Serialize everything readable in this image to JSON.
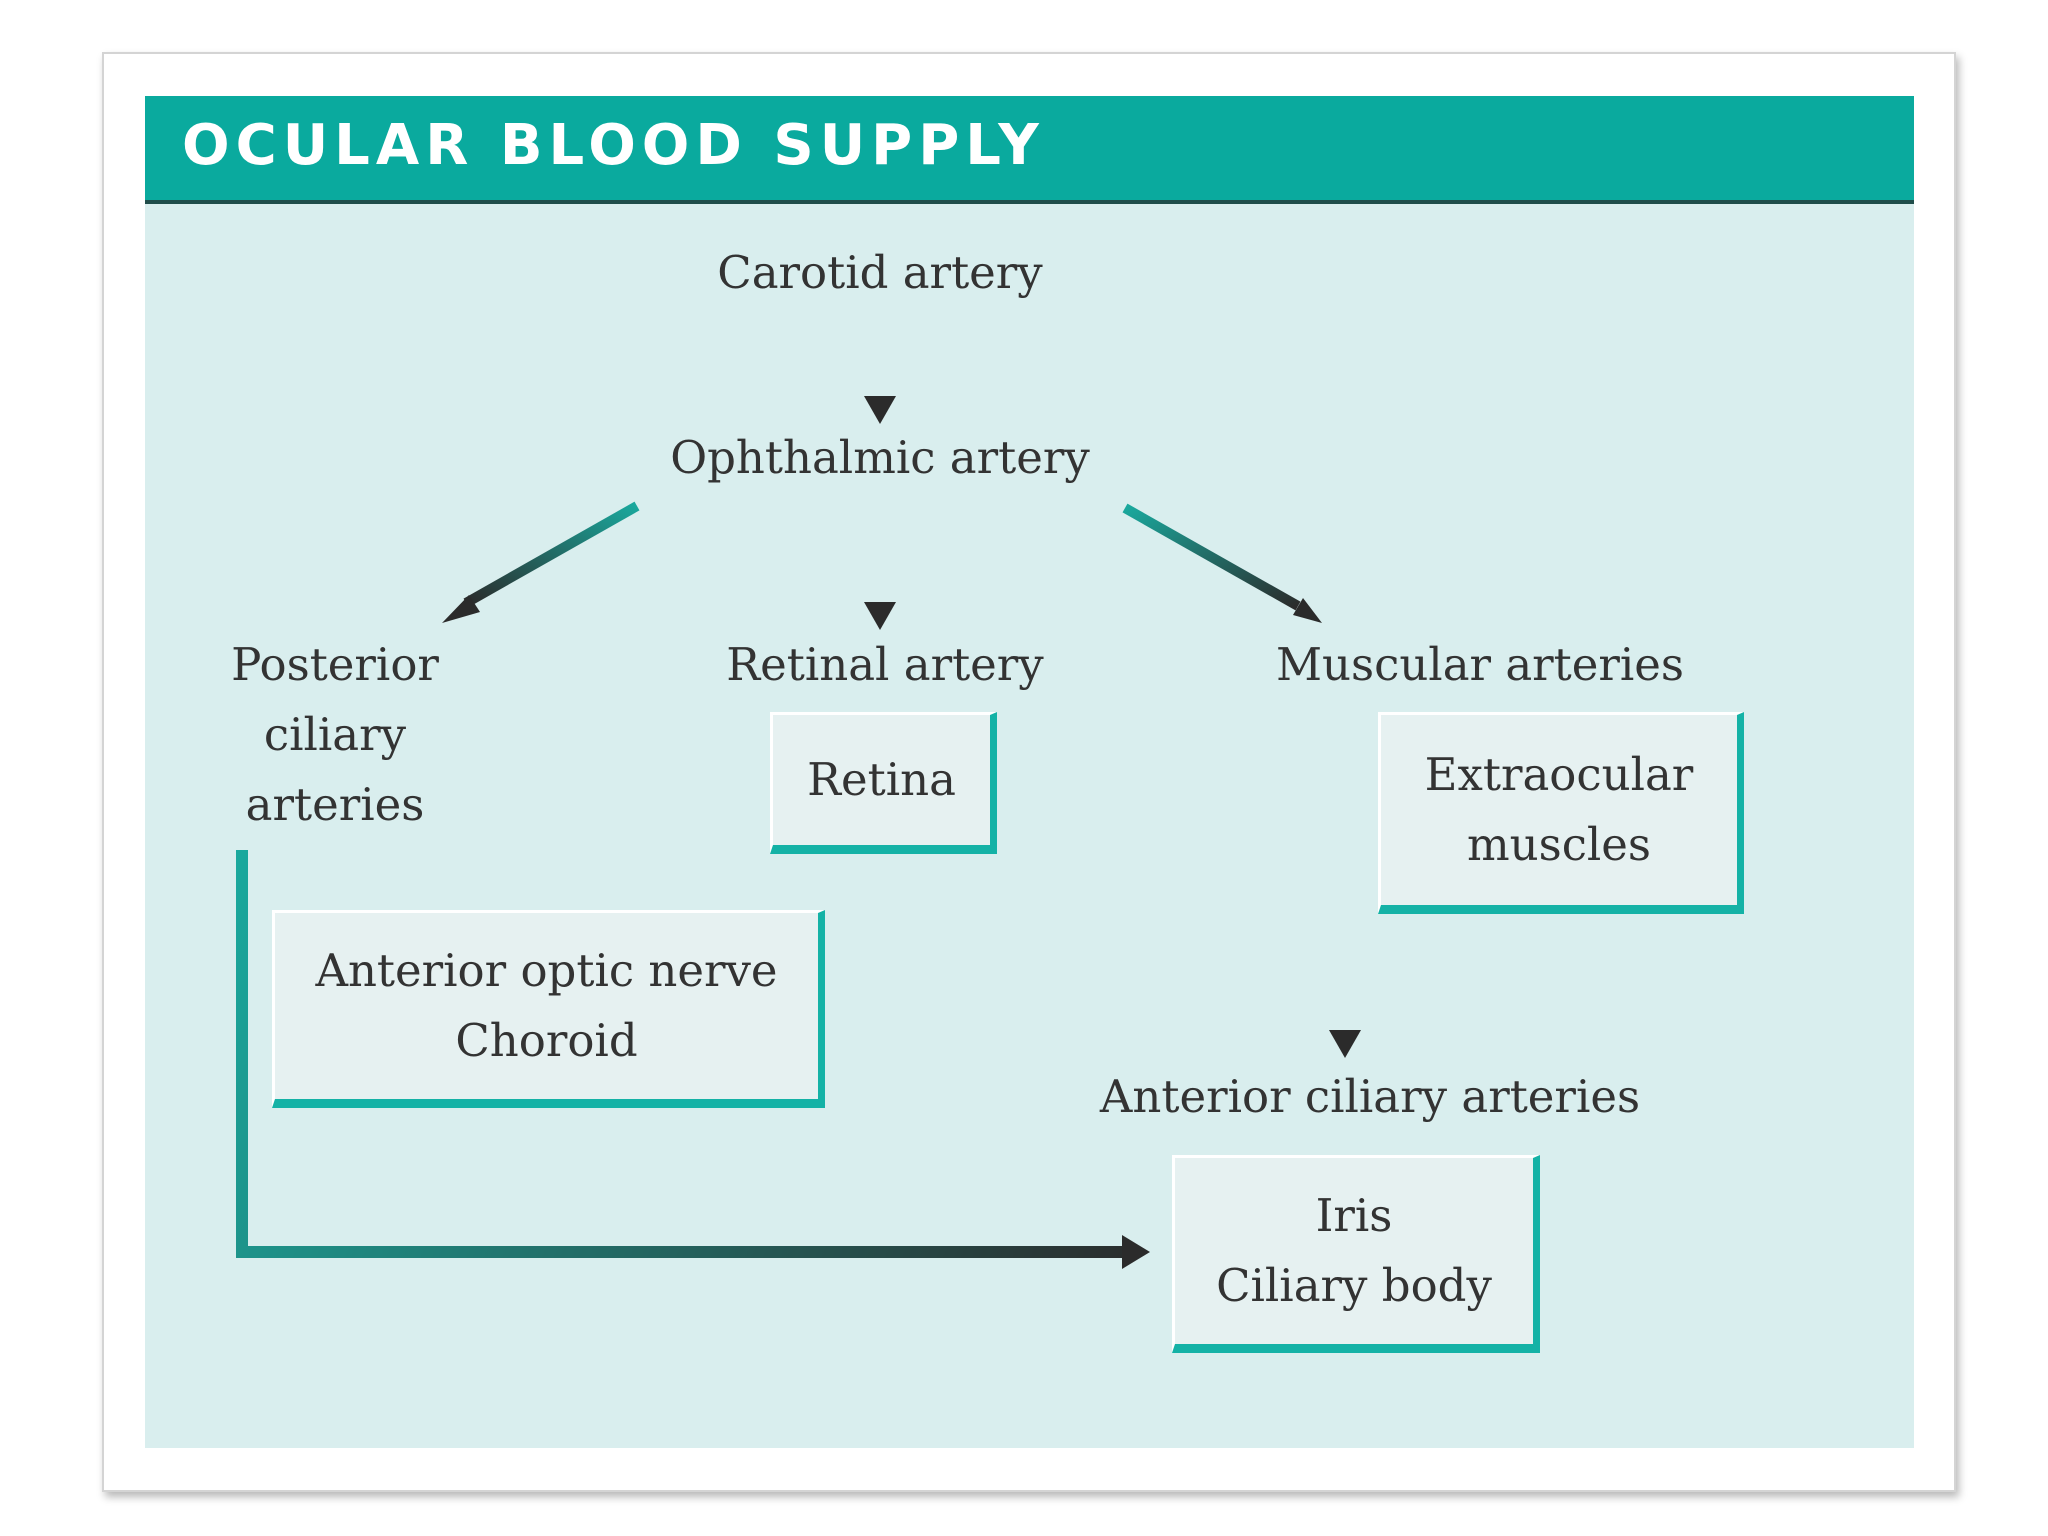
{
  "title": "OCULAR BLOOD SUPPLY",
  "nodes": {
    "carotid": "Carotid artery",
    "ophthalmic": "Ophthalmic artery",
    "posterior_ciliary": [
      "Posterior",
      "ciliary",
      "arteries"
    ],
    "retinal": "Retinal artery",
    "muscular": "Muscular arteries",
    "anterior_ciliary": "Anterior ciliary arteries"
  },
  "boxes": {
    "retina": [
      "Retina"
    ],
    "extraocular": [
      "Extraocular",
      "muscles"
    ],
    "optic_choroid": [
      "Anterior optic nerve",
      "Choroid"
    ],
    "iris_ciliary": [
      "Iris",
      "Ciliary body"
    ]
  },
  "colors": {
    "header": "#0aaa9e",
    "panel": "#d9eeee",
    "arrow_start": "#1aa89d",
    "arrow_end": "#2b2b2b",
    "box_edge": "#14b2a6"
  }
}
